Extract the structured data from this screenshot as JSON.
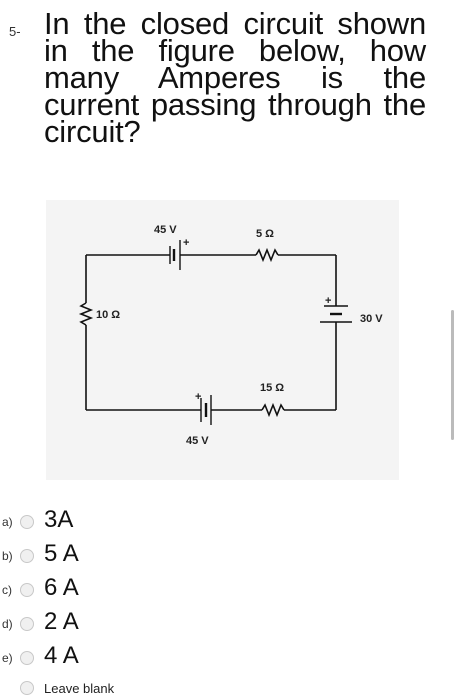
{
  "question": {
    "number": "5-",
    "text": "In the closed circuit shown in the figure below, how many Amperes is the current passing through the circuit?"
  },
  "figure": {
    "labels": {
      "top_battery": "45 V",
      "top_resistor": "5 Ω",
      "left_resistor": "10 Ω",
      "right_battery": "30 V",
      "bottom_resistor": "15 Ω",
      "bottom_battery": "45 V"
    }
  },
  "options": [
    {
      "letter": "a)",
      "text": "3A"
    },
    {
      "letter": "b)",
      "text": "5 A"
    },
    {
      "letter": "c)",
      "text": "6 A"
    },
    {
      "letter": "d)",
      "text": "2 A"
    },
    {
      "letter": "e)",
      "text": "4 A"
    }
  ],
  "leave_blank": "Leave blank"
}
